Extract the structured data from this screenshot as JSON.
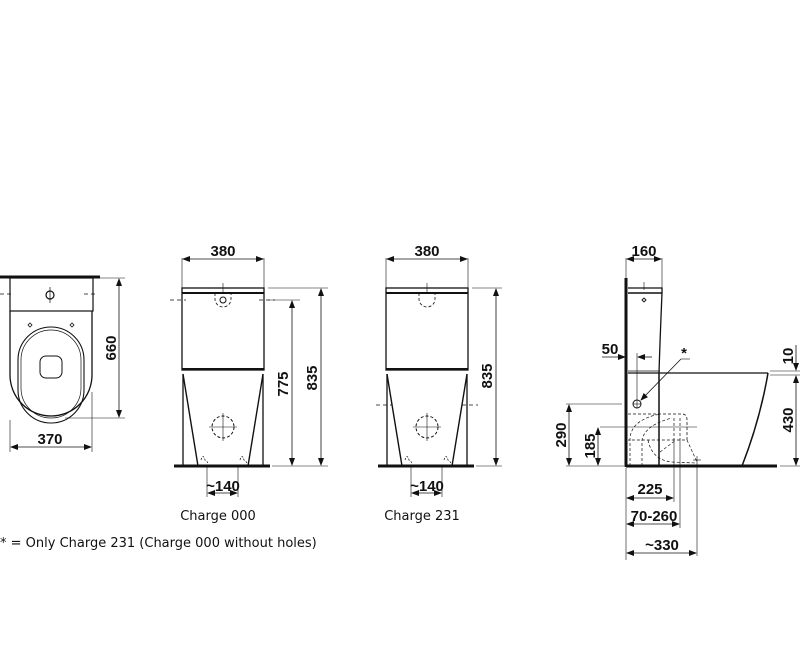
{
  "views": {
    "top": {
      "width_label": "370",
      "depth_label": "660"
    },
    "front_000": {
      "width_label": "380",
      "height_inner_label": "775",
      "height_label": "835",
      "fix_spacing_label": "~140",
      "caption": "Charge 000"
    },
    "front_231": {
      "width_label": "380",
      "height_label": "835",
      "fix_spacing_label": "~140",
      "caption": "Charge 231"
    },
    "side": {
      "cistern_depth_label": "160",
      "offset_label": "50",
      "asterisk_label": "*",
      "top_gap_label": "10",
      "seat_height_label": "430",
      "inlet_height_label": "290",
      "outlet_height_label": "185",
      "outlet_dist_label": "225",
      "range_label": "70-260",
      "wall_dist_label": "~330"
    }
  },
  "footnote": "* = Only Charge 231 (Charge 000 without holes)",
  "colors": {
    "line": "#111111",
    "background": "#ffffff"
  }
}
